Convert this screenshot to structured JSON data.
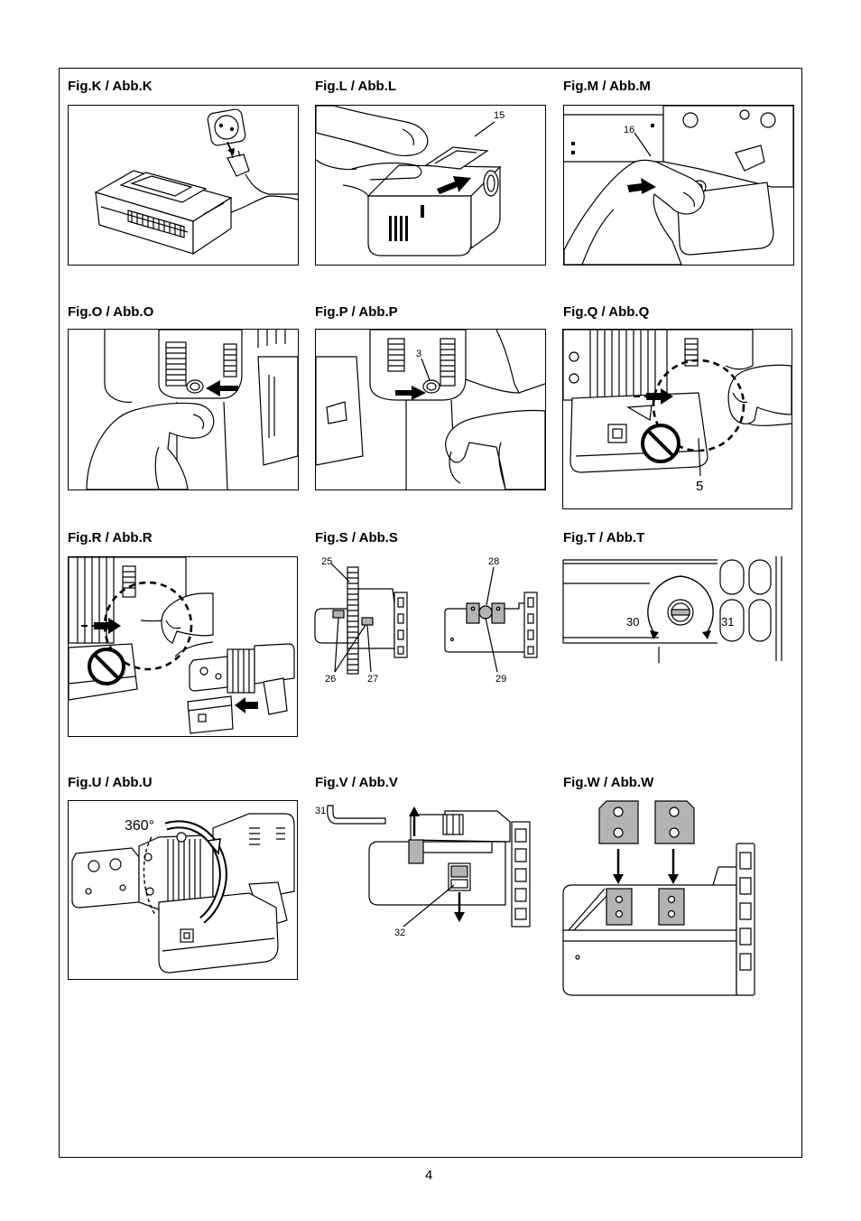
{
  "page": {
    "number": "4"
  },
  "figures": {
    "K": {
      "label": "Fig.K / Abb.K"
    },
    "L": {
      "label": "Fig.L / Abb.L",
      "callouts": [
        "15"
      ]
    },
    "M": {
      "label": "Fig.M / Abb.M",
      "callouts": [
        "16"
      ]
    },
    "O": {
      "label": "Fig.O / Abb.O"
    },
    "P": {
      "label": "Fig.P / Abb.P",
      "callouts": [
        "3"
      ]
    },
    "Q": {
      "label": "Fig.Q / Abb.Q",
      "callouts": [
        "5"
      ]
    },
    "R": {
      "label": "Fig.R / Abb.R"
    },
    "S": {
      "label": "Fig.S / Abb.S",
      "callouts": [
        "25",
        "28",
        "26",
        "27",
        "29"
      ]
    },
    "T": {
      "label": "Fig.T / Abb.T",
      "callouts": [
        "30",
        "31"
      ]
    },
    "U": {
      "label": "Fig.U / Abb.U",
      "callouts": [
        "360°"
      ]
    },
    "V": {
      "label": "Fig.V / Abb.V",
      "callouts": [
        "31",
        "32"
      ]
    },
    "W": {
      "label": "Fig.W / Abb.W"
    }
  },
  "icons": [
    "wall-socket-icon",
    "plug-icon",
    "arrow-right-icon",
    "arrow-left-icon",
    "arrow-up-icon",
    "arrow-down-icon",
    "prohibited-icon",
    "rotation-arrow-icon",
    "hex-key-icon"
  ]
}
